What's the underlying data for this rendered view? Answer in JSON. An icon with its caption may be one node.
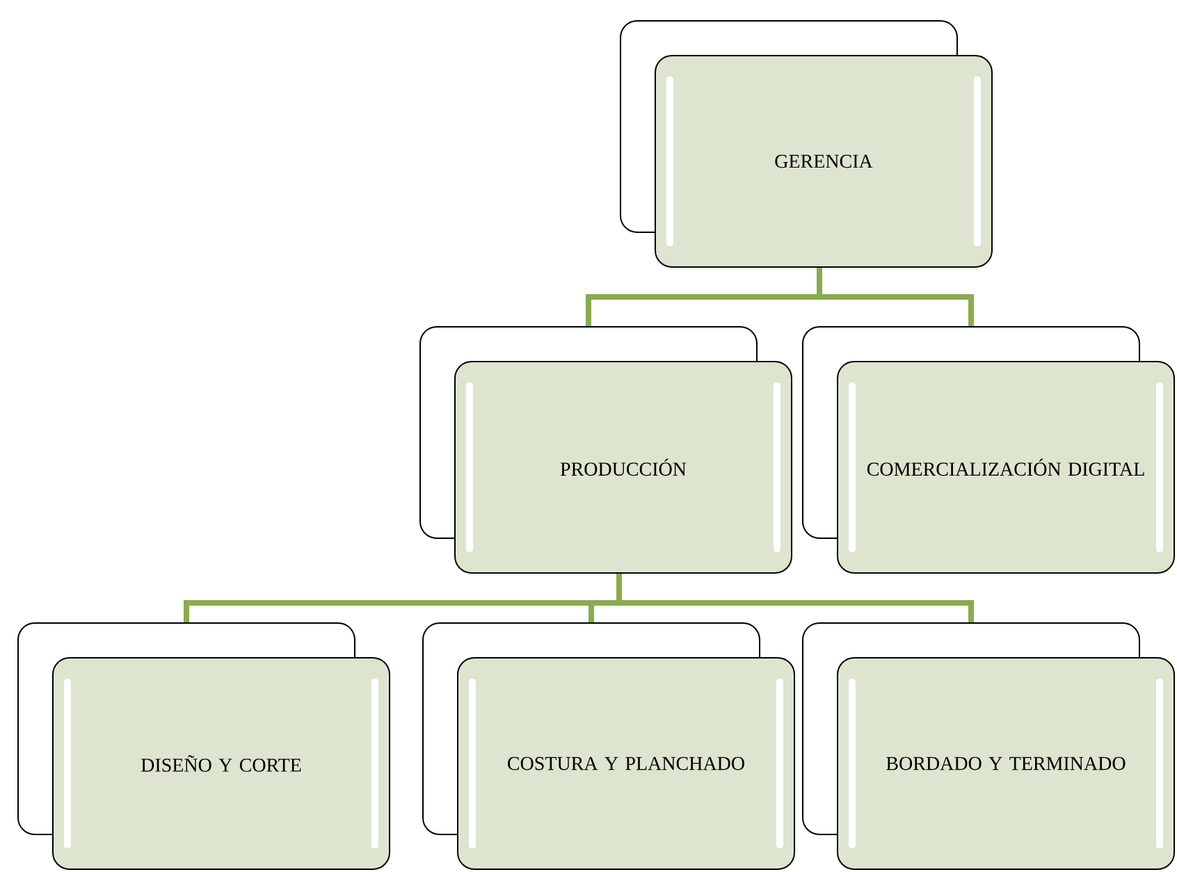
{
  "diagram": {
    "nodes": [
      {
        "text": [
          "GERENCIA"
        ]
      },
      {
        "text": [
          "PRODUCCIÓN"
        ]
      },
      {
        "text": [
          "COMERCIALIZACIÓN DIGITAL"
        ]
      },
      {
        "text": [
          "DISEÑO Y CORTE"
        ]
      },
      {
        "text": [
          "COSTURA Y PLANCHADO"
        ]
      },
      {
        "text": [
          "BORDADO Y TERMINADO"
        ]
      }
    ],
    "edges": [
      {
        "from": 0,
        "to": 1,
        "arrow": "none"
      },
      {
        "from": 0,
        "to": 2,
        "arrow": "none"
      },
      {
        "from": 1,
        "to": 3,
        "arrow": "none"
      },
      {
        "from": 1,
        "to": 4,
        "arrow": "none"
      },
      {
        "from": 1,
        "to": 5,
        "arrow": "none"
      }
    ]
  }
}
